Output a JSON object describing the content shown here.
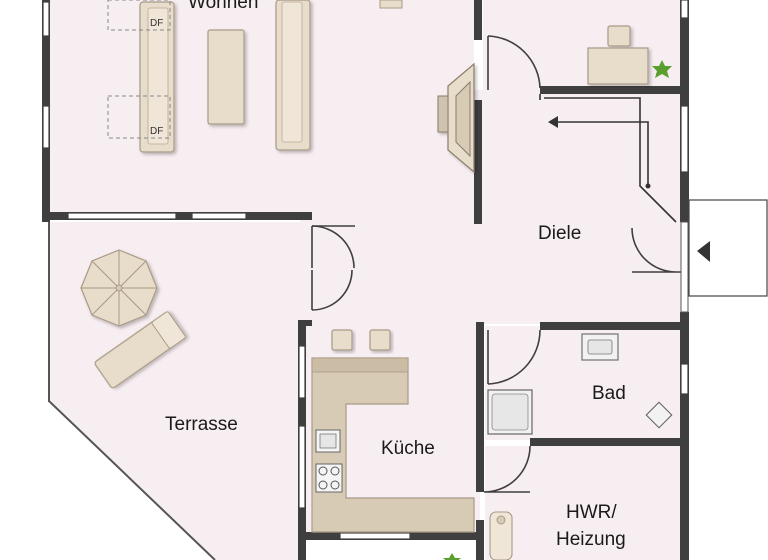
{
  "rooms": {
    "wohnen": "Wohnen",
    "diele": "Diele",
    "bad": "Bad",
    "terrasse": "Terrasse",
    "kueche": "Küche",
    "hwr_line1": "HWR/",
    "hwr_line2": "Heizung"
  },
  "markers": {
    "df": "DF"
  },
  "colors": {
    "floor": "#f7eef1",
    "wall": "#3f3f3f",
    "furniture": "#e8dccb",
    "furniture_edge": "#a99a86",
    "counter": "#d8cbb6",
    "plant": "#5a9e2f"
  }
}
